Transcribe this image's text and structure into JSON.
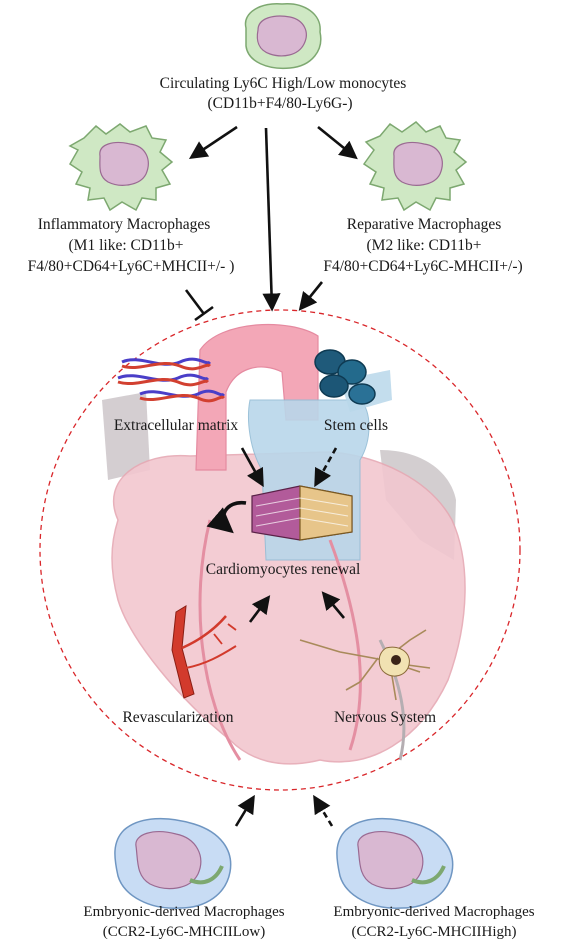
{
  "top_cell": {
    "title": "Circulating Ly6C High/Low monocytes",
    "markers": "(CD11b+F4/80-Ly6G-)"
  },
  "left_cell": {
    "line1": "Inflammatory Macrophages",
    "line2": "(M1 like: CD11b+",
    "line3": "F4/80+CD64+Ly6C+MHCII+/- )"
  },
  "right_cell": {
    "line1": "Reparative Macrophages",
    "line2": "(M2 like: CD11b+",
    "line3": "F4/80+CD64+Ly6C-MHCII+/-)"
  },
  "heart": {
    "ecm": "Extracellular matrix",
    "stem": "Stem cells",
    "renewal": "Cardiomyocytes renewal",
    "revasc": "Revascularization",
    "nervous": "Nervous System"
  },
  "bottom_left": {
    "line1": "Embryonic-derived Macrophages",
    "line2": "(CCR2-Ly6C-MHCIILow)"
  },
  "bottom_right": {
    "line1": "Embryonic-derived Macrophages",
    "line2": "(CCR2-Ly6C-MHCIIHigh)"
  },
  "colors": {
    "monocyte_fill": "#cfe8c4",
    "nucleus_fill": "#d9b8d2",
    "embryonic_fill": "#c8dcf4",
    "circle_stroke": "#d9262a",
    "heart_pink": "#f2c7cf",
    "aorta_blue": "#b9d7ea"
  }
}
